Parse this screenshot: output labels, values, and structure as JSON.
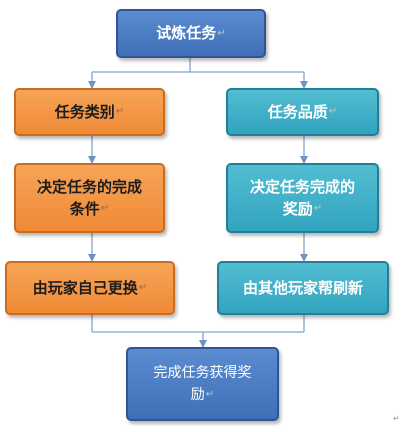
{
  "nodes": {
    "top": "试炼任务",
    "left1": "任务类别",
    "right1": "任务品质",
    "left2_line1": "决定任务的完成",
    "left2_line2": "条件",
    "right2_line1": "决定任务完成的",
    "right2_line2": "奖励",
    "left3": "由玩家自己更换",
    "right3": "由其他玩家帮刷新",
    "bottom_line1": "完成任务获得奖",
    "bottom_line2": "励"
  },
  "colors": {
    "blue": "#4a7bc4",
    "orange": "#f39a45",
    "teal": "#40b0c8",
    "connector": "#7fa3cf"
  }
}
